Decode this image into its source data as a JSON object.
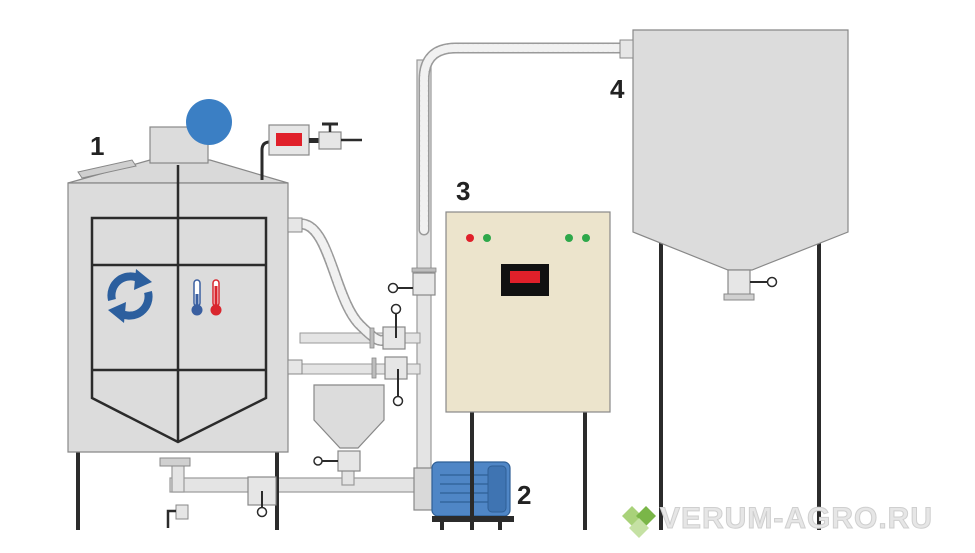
{
  "labels": {
    "tank_mixer": "1",
    "pump": "2",
    "control_cabinet": "3",
    "storage_hopper": "4"
  },
  "watermark": {
    "text": "VERUM-AGRO.RU"
  },
  "icons": {
    "mixing": "circular-arrows-icon",
    "temperature_cold": "thermometer-cold-icon",
    "temperature_hot": "thermometer-hot-icon"
  },
  "colors": {
    "equipment_body": "#dcdcdc",
    "outline": "#888888",
    "frame": "#2b2b2b",
    "pump_motor": "#4f86c6",
    "top_motor": "#3b7fc4",
    "cabinet": "#ece4cc",
    "indicator_red": "#e0202a",
    "indicator_green": "#2ea84a",
    "arrows_blue": "#2c5f9e",
    "watermark_green": "#7ab648"
  }
}
